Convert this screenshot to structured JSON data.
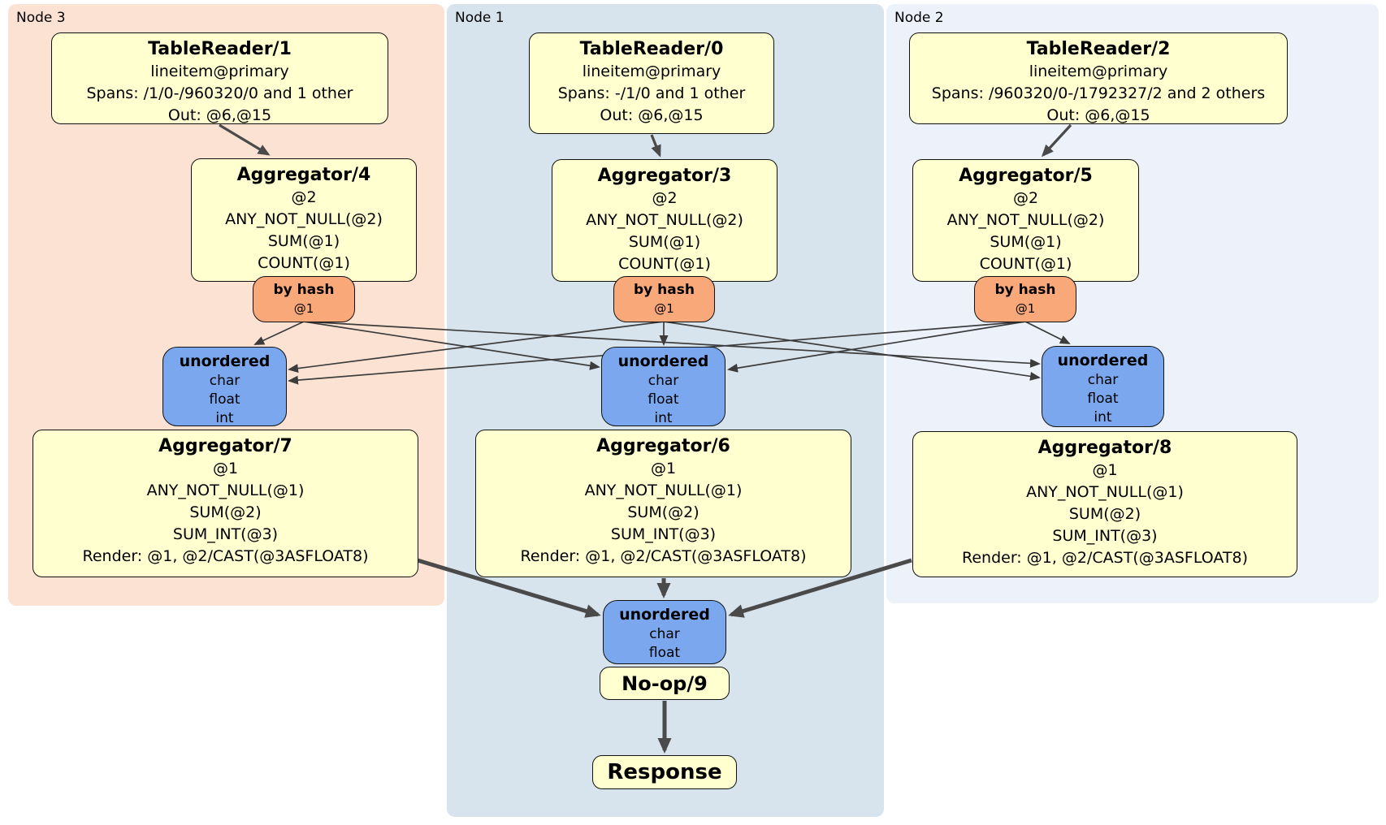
{
  "colors": {
    "node3_bg": "#fbe2d2",
    "node1_bg": "#d7e3ed",
    "node2_bg": "#ecf1fa",
    "processor_bg": "#ffffd0",
    "router_bg": "#f9a87a",
    "sync_bg": "#7aa7ee",
    "edge": "#444444"
  },
  "node3": {
    "label": "Node 3",
    "table_reader": {
      "title": "TableReader/1",
      "index": "lineitem@primary",
      "spans": "Spans: /1/0-/960320/0 and 1 other",
      "out": "Out: @6,@15"
    },
    "aggregator_top": {
      "title": "Aggregator/4",
      "lines": [
        "@2",
        "ANY_NOT_NULL(@2)",
        "SUM(@1)",
        "COUNT(@1)"
      ]
    },
    "router": {
      "title": "by hash",
      "key": "@1"
    },
    "sync": {
      "title": "unordered",
      "types": [
        "char",
        "float",
        "int"
      ]
    },
    "aggregator_bottom": {
      "title": "Aggregator/7",
      "lines": [
        "@1",
        "ANY_NOT_NULL(@1)",
        "SUM(@2)",
        "SUM_INT(@3)",
        "Render: @1, @2/CAST(@3ASFLOAT8)"
      ]
    }
  },
  "node1": {
    "label": "Node 1",
    "table_reader": {
      "title": "TableReader/0",
      "index": "lineitem@primary",
      "spans": "Spans: -/1/0 and 1 other",
      "out": "Out: @6,@15"
    },
    "aggregator_top": {
      "title": "Aggregator/3",
      "lines": [
        "@2",
        "ANY_NOT_NULL(@2)",
        "SUM(@1)",
        "COUNT(@1)"
      ]
    },
    "router": {
      "title": "by hash",
      "key": "@1"
    },
    "sync": {
      "title": "unordered",
      "types": [
        "char",
        "float",
        "int"
      ]
    },
    "aggregator_bottom": {
      "title": "Aggregator/6",
      "lines": [
        "@1",
        "ANY_NOT_NULL(@1)",
        "SUM(@2)",
        "SUM_INT(@3)",
        "Render: @1, @2/CAST(@3ASFLOAT8)"
      ]
    },
    "final_sync": {
      "title": "unordered",
      "types": [
        "char",
        "float"
      ]
    },
    "noop": {
      "title": "No-op/9"
    },
    "response": {
      "title": "Response"
    }
  },
  "node2": {
    "label": "Node 2",
    "table_reader": {
      "title": "TableReader/2",
      "index": "lineitem@primary",
      "spans": "Spans: /960320/0-/1792327/2 and 2 others",
      "out": "Out: @6,@15"
    },
    "aggregator_top": {
      "title": "Aggregator/5",
      "lines": [
        "@2",
        "ANY_NOT_NULL(@2)",
        "SUM(@1)",
        "COUNT(@1)"
      ]
    },
    "router": {
      "title": "by hash",
      "key": "@1"
    },
    "sync": {
      "title": "unordered",
      "types": [
        "char",
        "float",
        "int"
      ]
    },
    "aggregator_bottom": {
      "title": "Aggregator/8",
      "lines": [
        "@1",
        "ANY_NOT_NULL(@1)",
        "SUM(@2)",
        "SUM_INT(@3)",
        "Render: @1, @2/CAST(@3ASFLOAT8)"
      ]
    }
  }
}
